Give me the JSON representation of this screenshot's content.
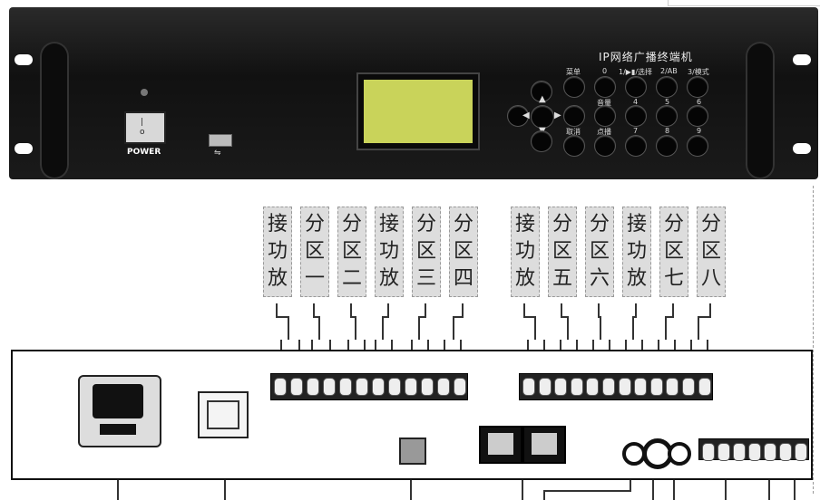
{
  "front_panel": {
    "title": "IP网络广播终端机",
    "power_label": "POWER",
    "buttons": {
      "menu": "菜单",
      "volume": "音量",
      "cancel": "取消",
      "request": "点播",
      "k0": "0",
      "k1": "1/▶▮/选择",
      "k2": "2/AB",
      "k3": "3/模式",
      "k4": "4",
      "k5": "5",
      "k6": "6",
      "k7": "7",
      "k8": "8",
      "k9": "9"
    }
  },
  "labels": [
    "接功放",
    "分区一",
    "分区二",
    "接功放",
    "分区三",
    "分区四",
    "接功放",
    "分区五",
    "分区六",
    "接功放",
    "分区七",
    "分区八"
  ],
  "colors": {
    "panel": "#1a1a1a",
    "lcd": "#c9d35a",
    "tag": "#dddddd"
  }
}
